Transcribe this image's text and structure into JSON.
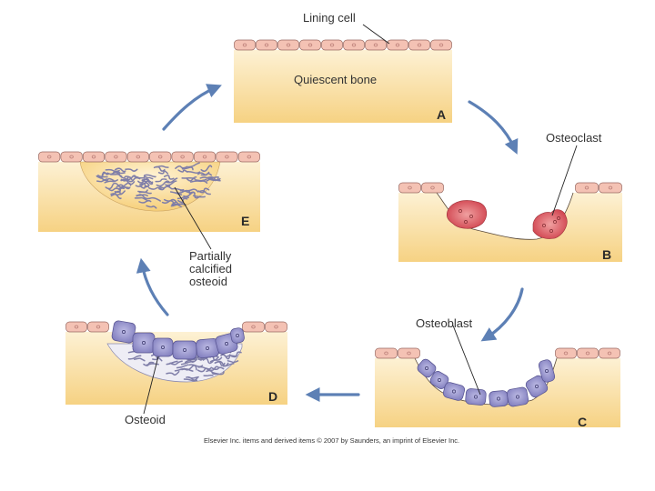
{
  "labels": {
    "lining_cell": "Lining cell",
    "quiescent_bone": "Quiescent bone",
    "osteoclast": "Osteoclast",
    "osteoblast": "Osteoblast",
    "partially_calcified_osteoid": [
      "Partially",
      "calcified",
      "osteoid"
    ],
    "osteoid": "Osteoid"
  },
  "panels": [
    "A",
    "B",
    "C",
    "D",
    "E"
  ],
  "credit": "Elsevier Inc. items and derived items © 2007 by Saunders, an imprint of Elsevier Inc.",
  "colors": {
    "bone_top": "#fdf0d2",
    "bone_bottom": "#f6d487",
    "lining_cell": "#f4c2b4",
    "lining_nucleus": "#b77a74",
    "osteoclast": "#d8505a",
    "osteoblast": "#8f8cc8",
    "osteoid": "#e9e8f3",
    "osteoid_fiber": "#7f7ea8",
    "arrow": "#5d80b5",
    "leader": "#222222"
  }
}
